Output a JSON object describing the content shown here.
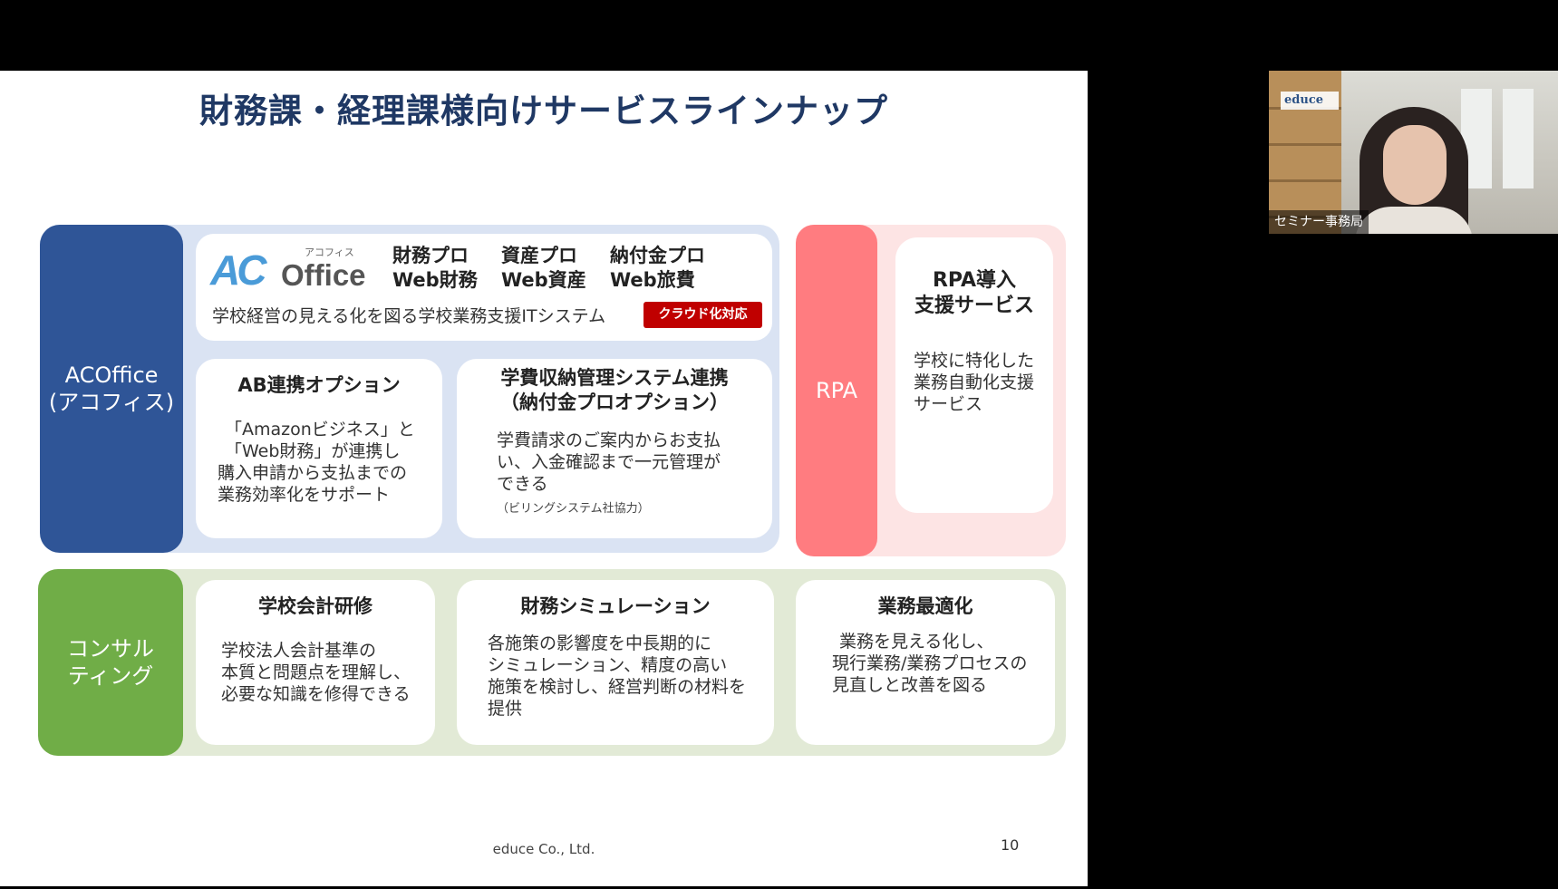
{
  "slide": {
    "title": "財務課・経理課様向けサービスラインナップ",
    "footer": "educe Co., Ltd.",
    "page_number": "10"
  },
  "acoffice": {
    "side_label_lines": [
      "ACOffice",
      "(アコフィス)"
    ],
    "logo": {
      "main": "ACOffice",
      "kana": "アコフィス"
    },
    "products": [
      "財務プロ",
      "資産プロ",
      "納付金プロ",
      "Web財務",
      "Web資産",
      "Web旅費"
    ],
    "tagline": "学校経営の見える化を図る学校業務支援ITシステム",
    "badge": "クラウド化対応",
    "ab_option": {
      "title": "AB連携オプション",
      "lines": [
        "「Amazonビジネス」と",
        "「Web財務」が連携し",
        "購入申請から支払までの",
        "業務効率化をサポート"
      ]
    },
    "tuition_option": {
      "title_lines": [
        "学費収納管理システム連携",
        "（納付金プロオプション）"
      ],
      "lines": [
        "学費請求のご案内からお支払",
        "い、入金確認まで一元管理が",
        "できる"
      ],
      "note": "（ビリングシステム社協力）"
    }
  },
  "rpa": {
    "side_label": "RPA",
    "title_lines": [
      "RPA導入",
      "支援サービス"
    ],
    "lines": [
      "学校に特化した",
      "業務自動化支援",
      "サービス"
    ]
  },
  "consulting": {
    "side_label_lines": [
      "コンサル",
      "ティング"
    ],
    "cards": [
      {
        "title": "学校会計研修",
        "lines": [
          "学校法人会計基準の",
          "本質と問題点を理解し、",
          "必要な知識を修得できる"
        ]
      },
      {
        "title": "財務シミュレーション",
        "lines": [
          "各施策の影響度を中長期的に",
          "シミュレーション、精度の高い",
          "施策を検討し、経営判断の材料を",
          "提供"
        ]
      },
      {
        "title": "業務最適化",
        "lines": [
          "業務を見える化し、",
          "現行業務/業務プロセスの",
          "見直しと改善を図る"
        ]
      }
    ]
  },
  "video": {
    "participant_name": "セミナー事務局",
    "logo_text": "educe"
  },
  "colors": {
    "title": "#1f3864",
    "acoffice_side": "#2f5597",
    "acoffice_bg": "#dae3f3",
    "rpa_side": "#ff7c80",
    "rpa_bg": "#fde4e4",
    "consulting_side": "#70ad47",
    "consulting_bg": "#e2ead6",
    "badge": "#c00000",
    "logo_blue": "#4a9bd8"
  }
}
